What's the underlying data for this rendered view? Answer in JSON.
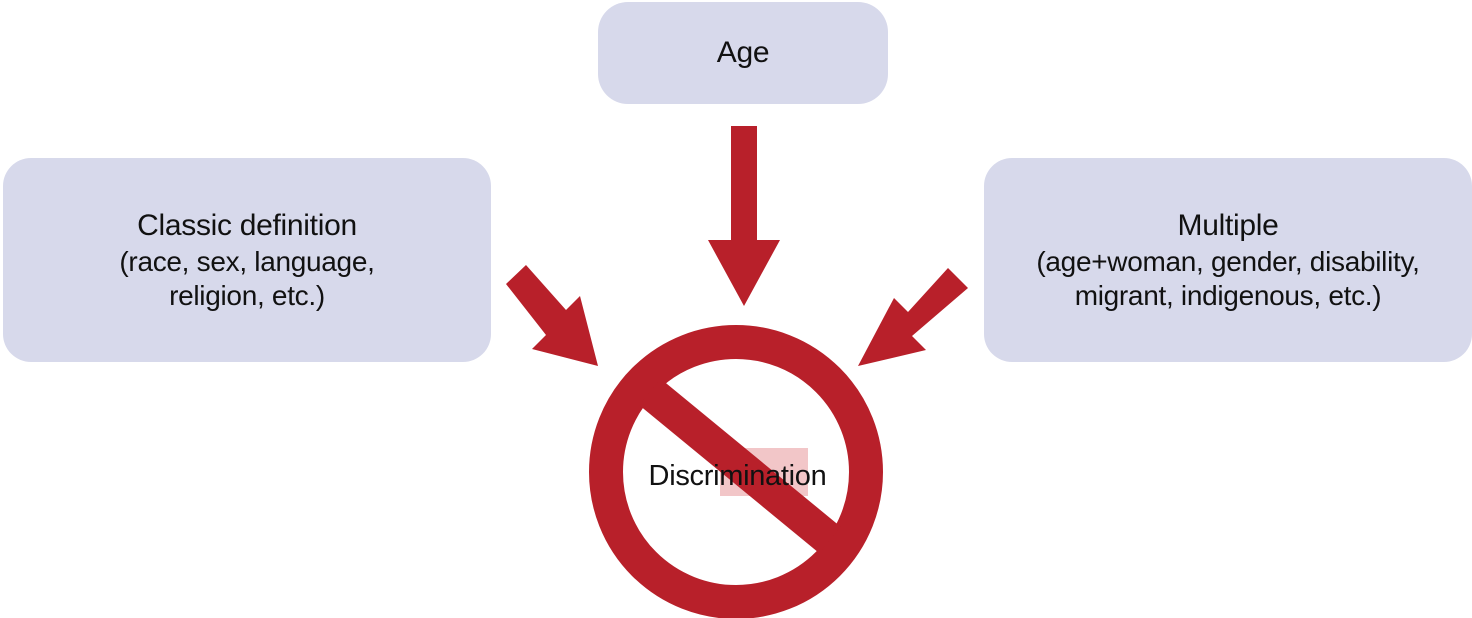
{
  "boxes": {
    "age": {
      "title": "Age"
    },
    "classic": {
      "title": "Classic definition",
      "subtitle": "(race, sex, language,\nreligion, etc.)"
    },
    "multiple": {
      "title": "Multiple",
      "subtitle": "(age+woman, gender, disability,\nmigrant, indigenous, etc.)"
    }
  },
  "center": {
    "label": "Discrimination",
    "icon": "prohibition-sign-icon"
  },
  "colors": {
    "box_fill": "#d7d9eb",
    "accent_red": "#b8202a",
    "highlight_band": "#f2c6c8"
  }
}
